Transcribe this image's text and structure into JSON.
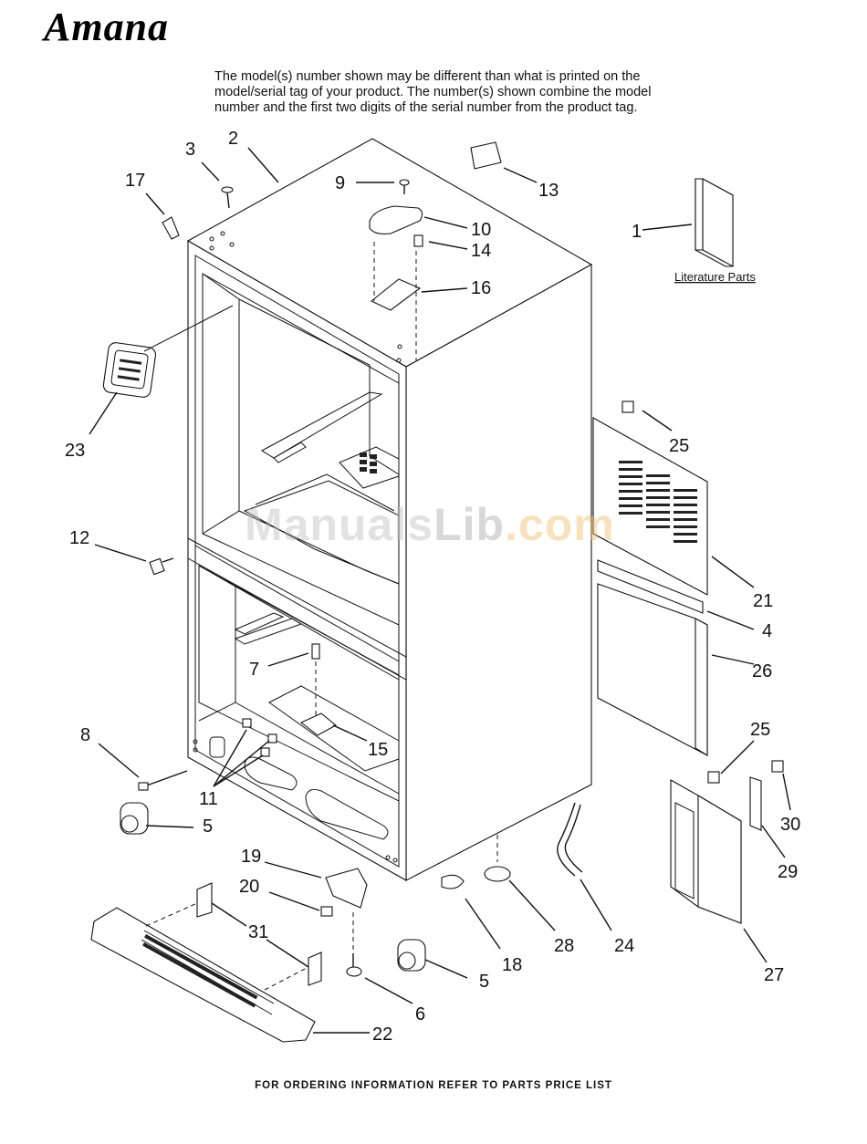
{
  "brand": "Amana",
  "notice_lines": [
    "The model(s) number shown may be different than what is printed on the",
    "model/serial tag of your product. The number(s) shown combine the model",
    "number and the first two digits of the serial number from the product tag."
  ],
  "literature_label": "Literature Parts",
  "watermark": {
    "a": "Manuals",
    "b": "Lib",
    "c": ".com"
  },
  "footer": "FOR ORDERING INFORMATION REFER TO PARTS PRICE LIST",
  "callouts": {
    "c1": "1",
    "c2": "2",
    "c3": "3",
    "c4": "4",
    "c5a": "5",
    "c5b": "5",
    "c6": "6",
    "c7": "7",
    "c8": "8",
    "c9": "9",
    "c10": "10",
    "c11": "11",
    "c12": "12",
    "c13": "13",
    "c14": "14",
    "c15": "15",
    "c16": "16",
    "c17": "17",
    "c18": "18",
    "c19": "19",
    "c20": "20",
    "c21": "21",
    "c22": "22",
    "c23": "23",
    "c24": "24",
    "c25a": "25",
    "c25b": "25",
    "c26": "26",
    "c27": "27",
    "c28": "28",
    "c29": "29",
    "c30": "30",
    "c31": "31"
  }
}
